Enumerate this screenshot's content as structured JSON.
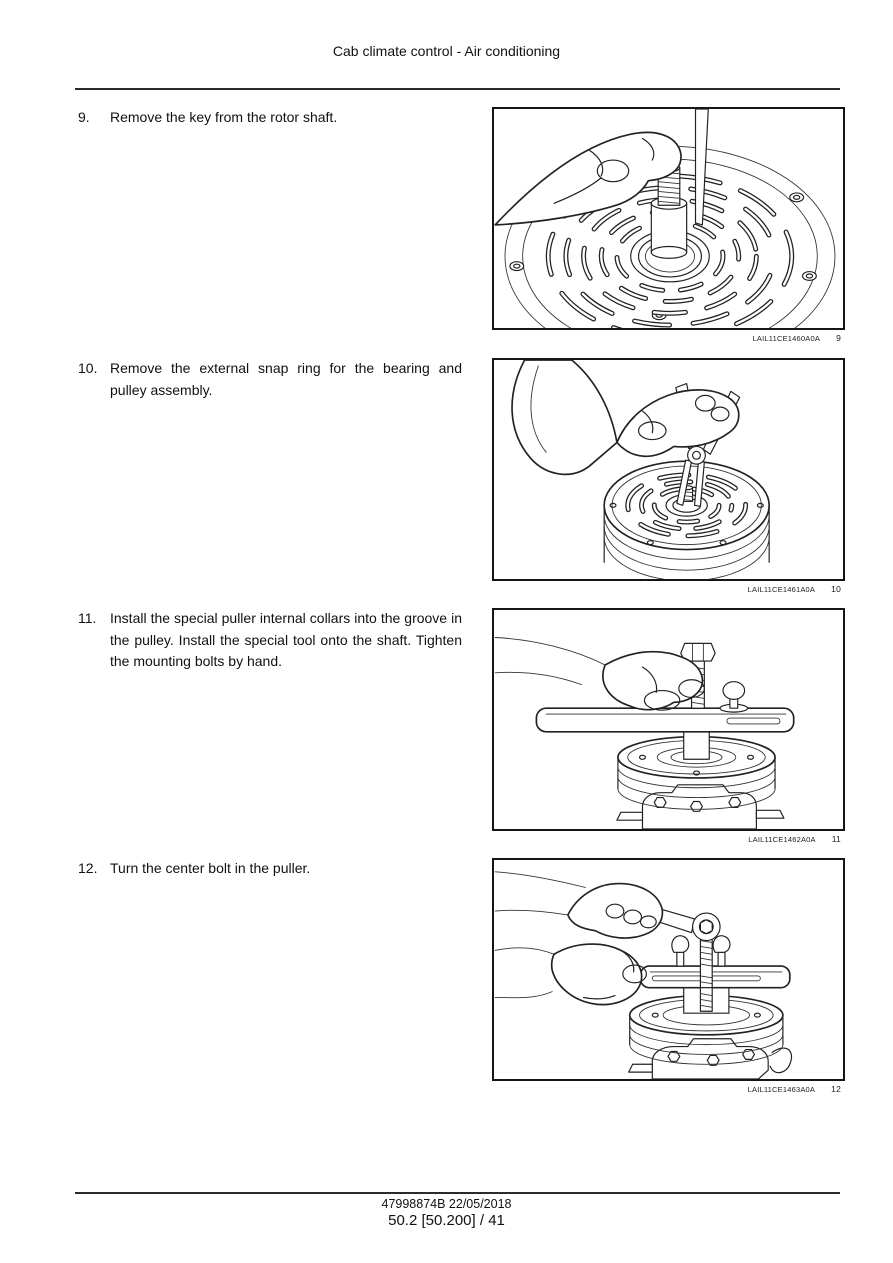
{
  "header": {
    "title": "Cab climate control - Air conditioning"
  },
  "steps": [
    {
      "number": "9.",
      "text": "Remove the key from the rotor shaft.",
      "caption_code": "LAIL11CE1460A0A",
      "caption_number": "9"
    },
    {
      "number": "10.",
      "text": "Remove the external snap ring for the bearing and pulley assembly.",
      "caption_code": "LAIL11CE1461A0A",
      "caption_number": "10"
    },
    {
      "number": "11.",
      "text": "Install the special puller internal collars into the groove in the pulley.  Install the special tool onto the shaft. Tighten the mounting bolts by hand.",
      "caption_code": "LAIL11CE1462A0A",
      "caption_number": "11"
    },
    {
      "number": "12.",
      "text": "Turn the center bolt in the puller.",
      "caption_code": "LAIL11CE1463A0A",
      "caption_number": "12"
    }
  ],
  "footer": {
    "doc_ref": "47998874B 22/05/2018",
    "section_page": "50.2 [50.200] / 41"
  }
}
